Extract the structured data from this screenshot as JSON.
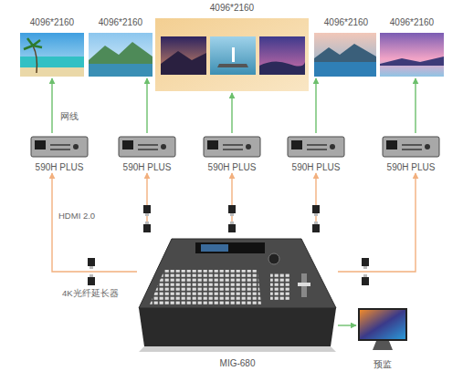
{
  "diagram": {
    "nodes": [
      {
        "text": [
          "4096*2160"
        ]
      },
      {
        "text": [
          "4096*2160"
        ]
      },
      {
        "text": [
          "4096*2160"
        ]
      },
      {
        "text": [
          "4096*2160"
        ]
      },
      {
        "text": [
          "4096*2160"
        ]
      },
      {
        "text": [
          "590H PLUS"
        ]
      },
      {
        "text": [
          "590H PLUS"
        ]
      },
      {
        "text": [
          "590H PLUS"
        ]
      },
      {
        "text": [
          "590H PLUS"
        ]
      },
      {
        "text": [
          "590H PLUS"
        ]
      },
      {
        "text": [
          "MIG-680"
        ]
      },
      {
        "text": [
          "预监"
        ]
      }
    ],
    "edges": [
      {
        "from": 5,
        "to": 0,
        "arrow": "to",
        "label": "网线"
      },
      {
        "from": 6,
        "to": 1,
        "arrow": "to"
      },
      {
        "from": 7,
        "to": 2,
        "arrow": "to"
      },
      {
        "from": 8,
        "to": 3,
        "arrow": "to"
      },
      {
        "from": 9,
        "to": 4,
        "arrow": "to"
      },
      {
        "from": 10,
        "to": 5,
        "arrow": "to",
        "label": "HDMI 2.0"
      },
      {
        "from": 10,
        "to": 6,
        "arrow": "to"
      },
      {
        "from": 10,
        "to": 7,
        "arrow": "to"
      },
      {
        "from": 10,
        "to": 8,
        "arrow": "to"
      },
      {
        "from": 10,
        "to": 9,
        "arrow": "to"
      },
      {
        "from": 10,
        "to": 11,
        "arrow": "to"
      }
    ],
    "labels": [
      "4K光纤延长器"
    ]
  }
}
